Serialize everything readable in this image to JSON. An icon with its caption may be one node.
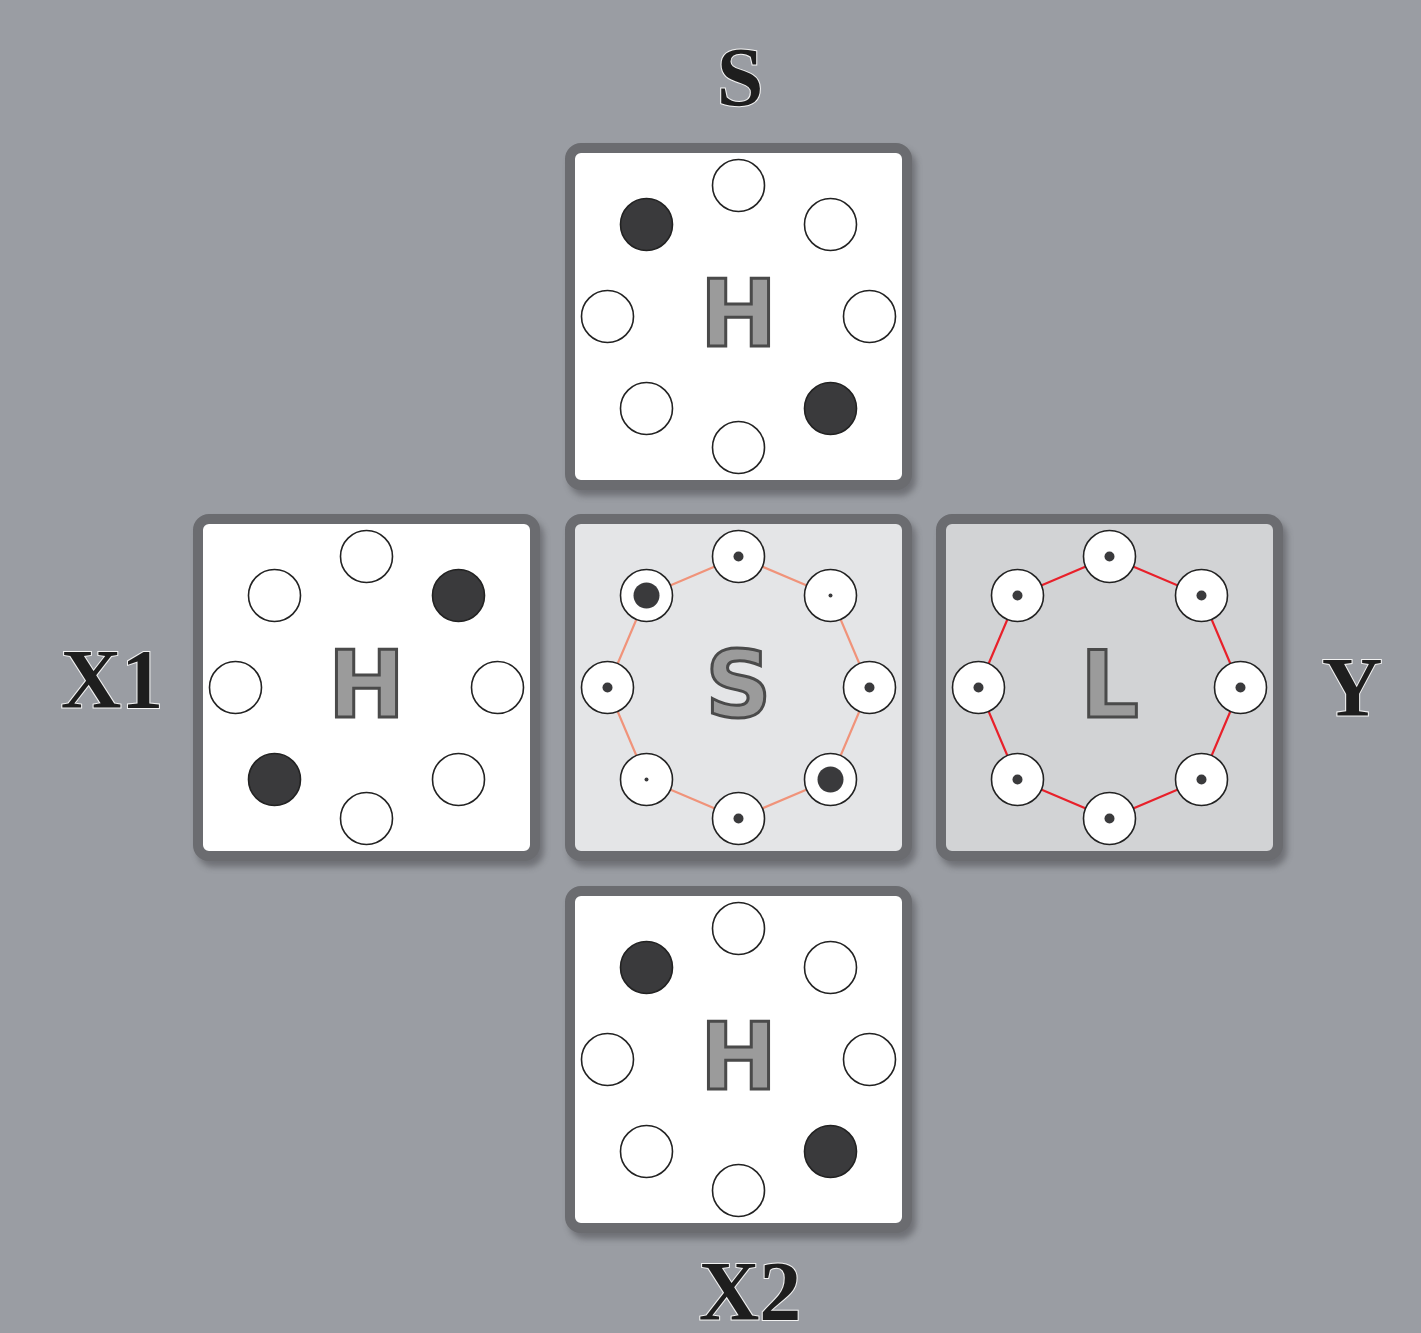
{
  "diagram": {
    "nodes": [
      {
        "text": [
          "H"
        ],
        "beside": [
          "S"
        ]
      },
      {
        "text": [
          "H"
        ],
        "beside": [
          "X1"
        ]
      },
      {
        "text": [
          "S"
        ]
      },
      {
        "text": [
          "L"
        ],
        "beside": [
          "Y"
        ]
      },
      {
        "text": [
          "H"
        ],
        "beside": [
          "X2"
        ]
      }
    ]
  }
}
